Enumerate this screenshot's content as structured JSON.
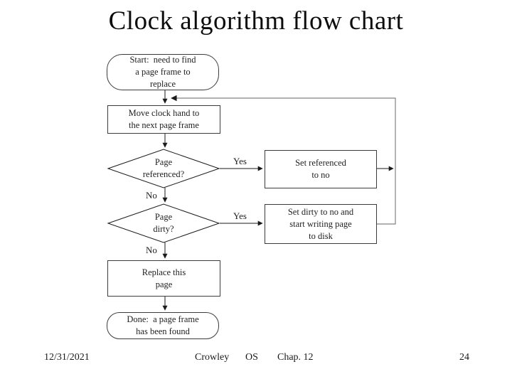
{
  "slide": {
    "title": "Clock algorithm flow chart"
  },
  "flowchart": {
    "nodes": {
      "start": {
        "type": "terminator",
        "lines": [
          "Start:  need to find",
          "a page frame to",
          "replace"
        ]
      },
      "move": {
        "type": "process",
        "lines": [
          "Move clock hand to",
          "the next page frame"
        ]
      },
      "referenced": {
        "type": "decision",
        "lines": [
          "Page",
          "referenced?"
        ]
      },
      "set_referenced": {
        "type": "process",
        "lines": [
          "Set referenced",
          "to no"
        ]
      },
      "dirty": {
        "type": "decision",
        "lines": [
          "Page",
          "dirty?"
        ]
      },
      "set_dirty": {
        "type": "process",
        "lines": [
          "Set dirty to no and",
          "start writing page",
          "to disk"
        ]
      },
      "replace": {
        "type": "process",
        "lines": [
          "Replace this",
          "page"
        ]
      },
      "done": {
        "type": "terminator",
        "lines": [
          "Done:  a page frame",
          "has been found"
        ]
      }
    },
    "labels": {
      "yes_referenced": "Yes",
      "no_referenced": "No",
      "yes_dirty": "Yes",
      "no_dirty": "No"
    },
    "colors": {
      "flow_line": "#1a1a1a",
      "loop_line": "#828282",
      "node_border": "#3c3c3c"
    }
  },
  "footer": {
    "date": "12/31/2021",
    "author": "Crowley",
    "course": "OS",
    "chapter": "Chap. 12",
    "page_number": "24"
  }
}
